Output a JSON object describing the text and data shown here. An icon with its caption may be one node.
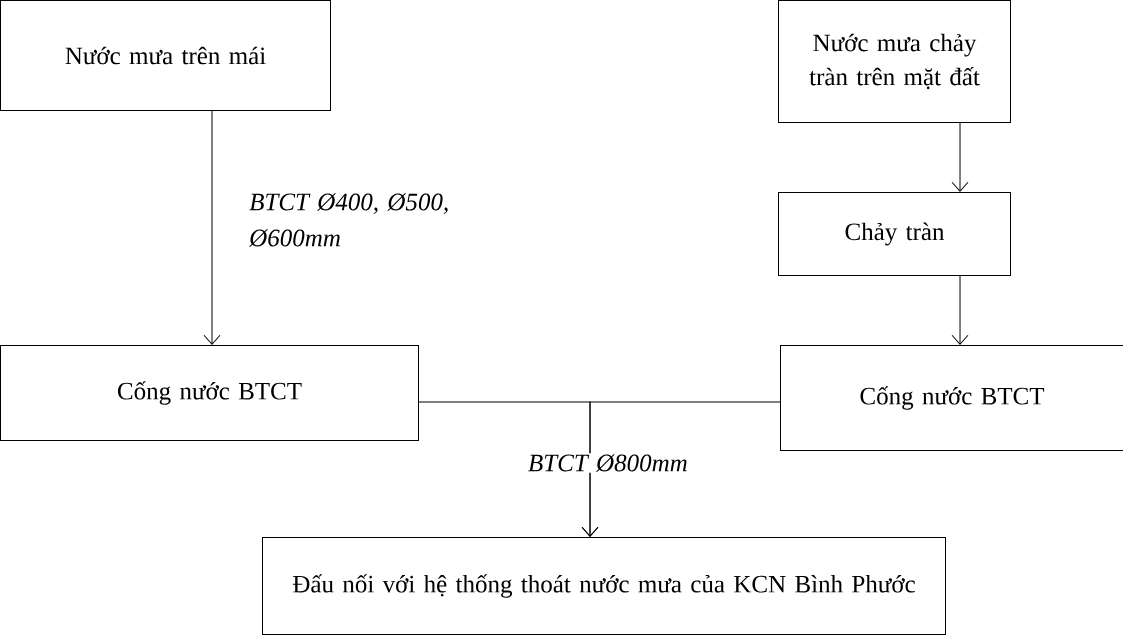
{
  "diagram": {
    "nodes": [
      {
        "text": [
          "Nước mưa trên mái"
        ]
      },
      {
        "text": [
          "Nước mưa chảy tràn trên mặt đất"
        ]
      },
      {
        "text": [
          "Chảy tràn"
        ]
      },
      {
        "text": [
          "Cống nước BTCT"
        ]
      },
      {
        "text": [
          "Cống nước BTCT"
        ]
      },
      {
        "text": [
          "Đấu nối với hệ thống thoát nước mưa của KCN Bình Phước"
        ]
      }
    ],
    "edges": [
      {
        "from": 0,
        "to": 3,
        "arrow": "to",
        "label": "BTCT Ø400, Ø500, Ø600mm"
      },
      {
        "from": 1,
        "to": 2,
        "arrow": "to"
      },
      {
        "from": 2,
        "to": 4,
        "arrow": "to"
      },
      {
        "from": 3,
        "to": 5,
        "arrow": "to",
        "label": "BTCT Ø800mm"
      },
      {
        "from": 4,
        "to": 5,
        "arrow": "to"
      }
    ]
  }
}
